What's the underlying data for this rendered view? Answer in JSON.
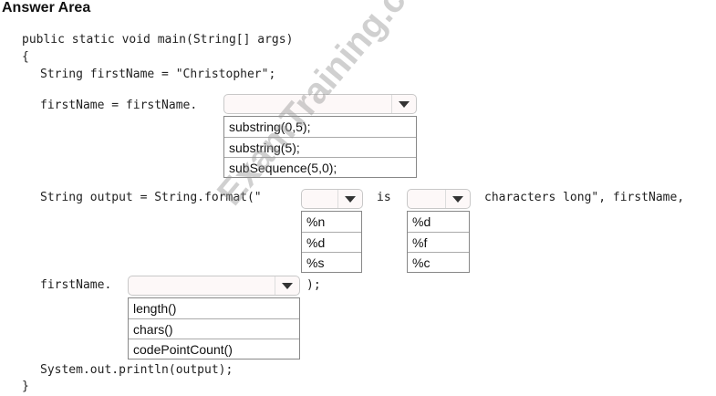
{
  "title": "Answer Area",
  "watermark": "ExamTraining.com",
  "code": {
    "line1": "public static void main(String[] args)",
    "line2": "{",
    "line3": "String firstName = \"Christopher\";",
    "line4_prefix": "firstName = firstName.",
    "line5_prefix": "String output = String.format(\"",
    "line5_mid": "is",
    "line5_suffix": "characters long\", firstName,",
    "line6_prefix": "firstName.",
    "line6_suffix": ");",
    "line7": "System.out.println(output);",
    "line8": "}"
  },
  "dropdowns": {
    "method": {
      "selected": "",
      "options": [
        "substring(0,5);",
        "substring(5);",
        "subSequence(5,0);"
      ]
    },
    "format1": {
      "selected": "",
      "options": [
        "%n",
        "%d",
        "%s"
      ]
    },
    "format2": {
      "selected": "",
      "options": [
        "%d",
        "%f",
        "%c"
      ]
    },
    "length": {
      "selected": "",
      "options": [
        "length()",
        "chars()",
        "codePointCount()"
      ]
    }
  }
}
